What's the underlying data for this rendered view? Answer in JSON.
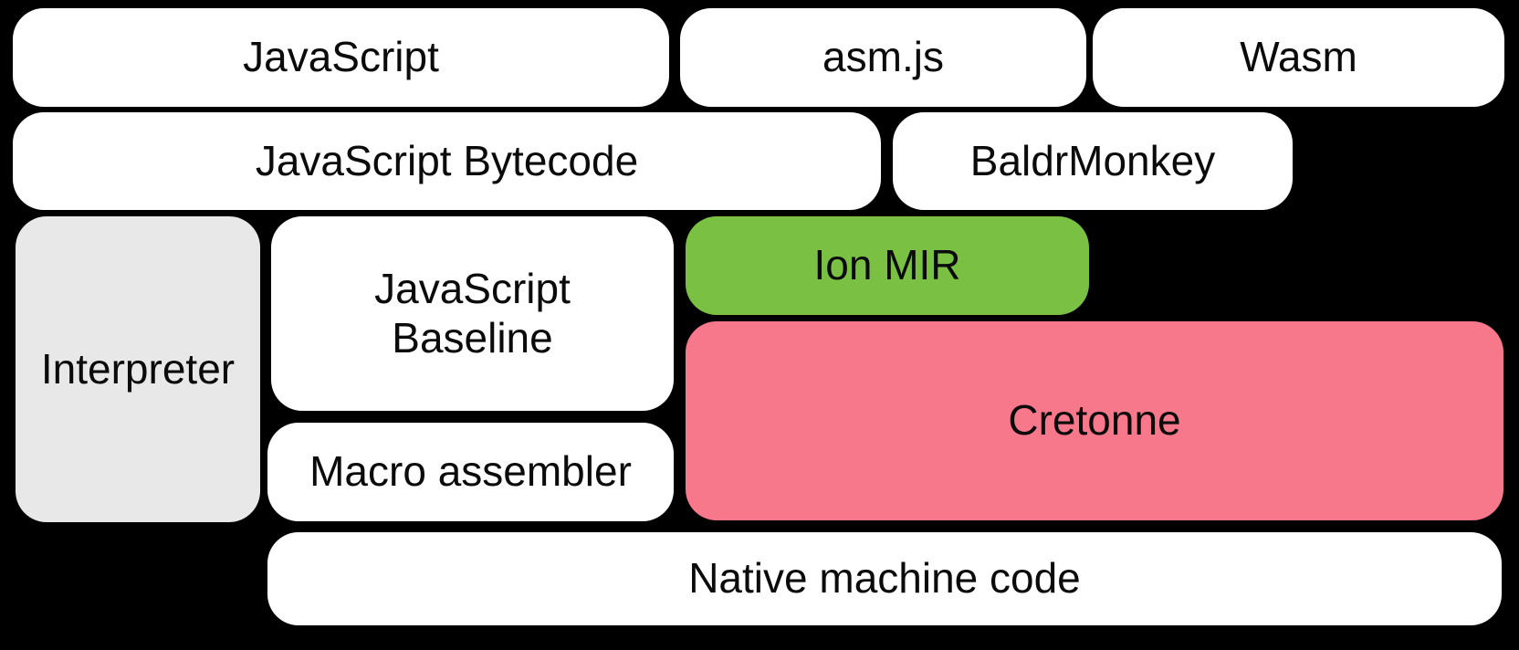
{
  "diagram": {
    "title": "Compiler pipeline diagram",
    "background_color": "#000000",
    "text_color": "#0b0b0b",
    "colors": {
      "white": "#ffffff",
      "gray": "#e8e8e8",
      "green": "#7ac143",
      "pink": "#f6788a"
    },
    "boxes": [
      {
        "id": "javascript",
        "label": "JavaScript",
        "color": "#ffffff"
      },
      {
        "id": "asmjs",
        "label": "asm.js",
        "color": "#ffffff"
      },
      {
        "id": "wasm",
        "label": "Wasm",
        "color": "#ffffff"
      },
      {
        "id": "bytecode",
        "label": "JavaScript Bytecode",
        "color": "#ffffff"
      },
      {
        "id": "baldrmonkey",
        "label": "BaldrMonkey",
        "color": "#ffffff"
      },
      {
        "id": "interpreter",
        "label": "Interpreter",
        "color": "#e8e8e8"
      },
      {
        "id": "baseline",
        "label": "JavaScript\nBaseline",
        "color": "#ffffff"
      },
      {
        "id": "ion-mir",
        "label": "Ion MIR",
        "color": "#7ac143"
      },
      {
        "id": "cretonne",
        "label": "Cretonne",
        "color": "#f6788a"
      },
      {
        "id": "macro-assembler",
        "label": "Macro assembler",
        "color": "#ffffff"
      },
      {
        "id": "native-code",
        "label": "Native machine code",
        "color": "#ffffff"
      }
    ]
  }
}
